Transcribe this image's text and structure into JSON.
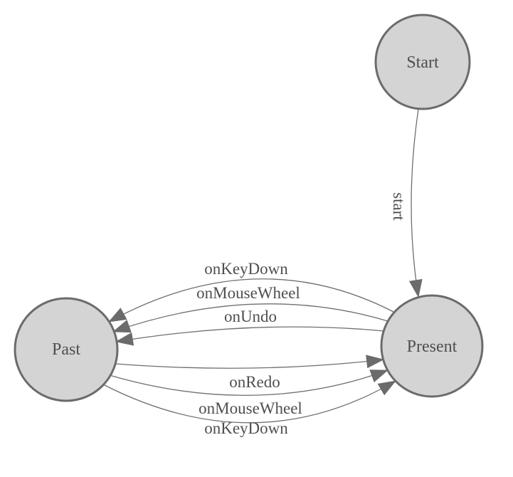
{
  "diagram": {
    "type": "state-machine",
    "background": "#ffffff",
    "colors": {
      "node_fill": "#d4d4d4",
      "node_stroke": "#6b6b6b",
      "edge_stroke": "#6f6f6f",
      "arrow_fill": "#6b6b6b",
      "text_color": "#4f4f4f"
    },
    "nodes": [
      {
        "id": "start",
        "label": "Start"
      },
      {
        "id": "present",
        "label": "Present"
      },
      {
        "id": "past",
        "label": "Past"
      }
    ],
    "edges": [
      {
        "from": "Start",
        "to": "Present",
        "label": "start"
      },
      {
        "from": "Present",
        "to": "Past",
        "label": "onKeyDown"
      },
      {
        "from": "Present",
        "to": "Past",
        "label": "onMouseWheel"
      },
      {
        "from": "Present",
        "to": "Past",
        "label": "onUndo"
      },
      {
        "from": "Past",
        "to": "Present",
        "label": "onRedo"
      },
      {
        "from": "Past",
        "to": "Present",
        "label": "onMouseWheel"
      },
      {
        "from": "Past",
        "to": "Present",
        "label": "onKeyDown"
      }
    ]
  }
}
